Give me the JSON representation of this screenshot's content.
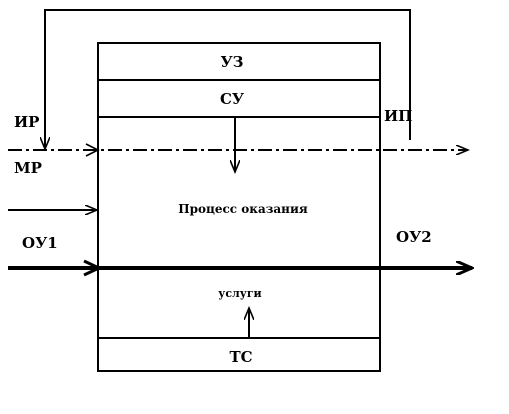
{
  "diagram": {
    "blocks": {
      "uz": "УЗ",
      "su": "СУ",
      "process": "Процесс оказания",
      "service": "услуги",
      "ts": "ТС"
    },
    "flows": {
      "ir": "ИР",
      "mr": "МР",
      "ip": "ИП",
      "ou1": "ОУ1",
      "ou2": "ОУ2"
    }
  }
}
